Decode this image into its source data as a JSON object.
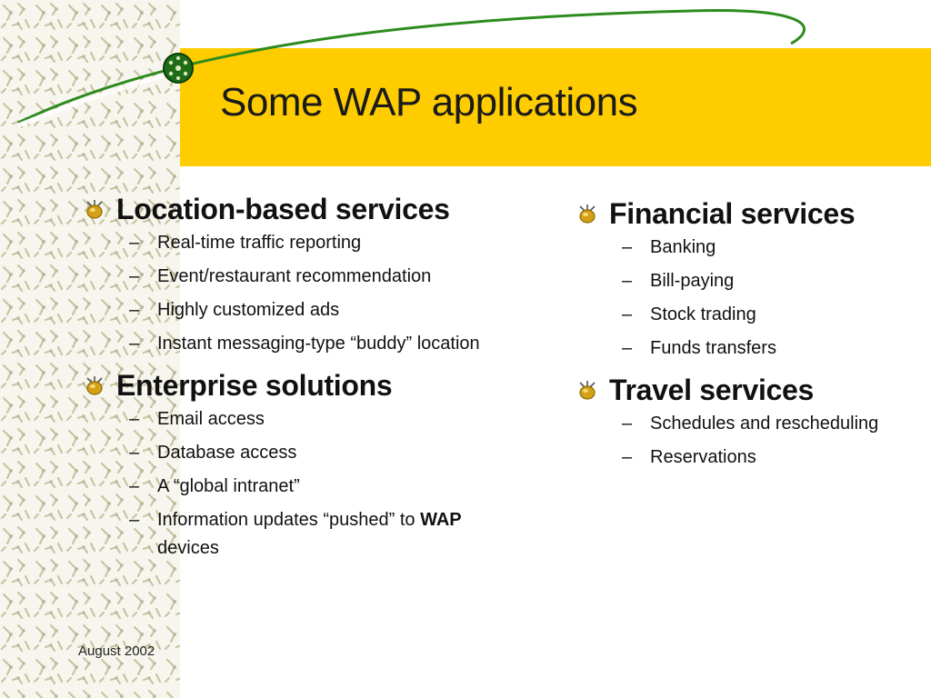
{
  "slide": {
    "title": "Some WAP applications",
    "footer": "August 2002"
  },
  "colors": {
    "title_bar": "#ffcc00",
    "swoosh": "#2e8b1f",
    "bullet_gold": "#d4a017",
    "pattern": "#c8c4a8"
  },
  "left_column": [
    {
      "heading": "Location-based services",
      "items": [
        "Real-time traffic reporting",
        "Event/restaurant recommendation",
        "Highly customized ads",
        "Instant messaging-type “buddy” location"
      ]
    },
    {
      "heading": "Enterprise solutions",
      "items": [
        "Email access",
        "Database access",
        "A “global intranet”"
      ],
      "last_item": {
        "before_bold": "Information updates “pushed” to ",
        "bold": "WAP",
        "after_bold": "devices"
      }
    }
  ],
  "right_column": [
    {
      "heading": "Financial services",
      "items": [
        "Banking",
        "Bill-paying",
        "Stock trading",
        "Funds transfers"
      ]
    },
    {
      "heading": "Travel services",
      "items": [
        "Schedules and rescheduling",
        "Reservations"
      ]
    }
  ],
  "dash": "–",
  "icons": {
    "bullet": "bug-bullet-icon",
    "logo": "globe-node-icon"
  }
}
